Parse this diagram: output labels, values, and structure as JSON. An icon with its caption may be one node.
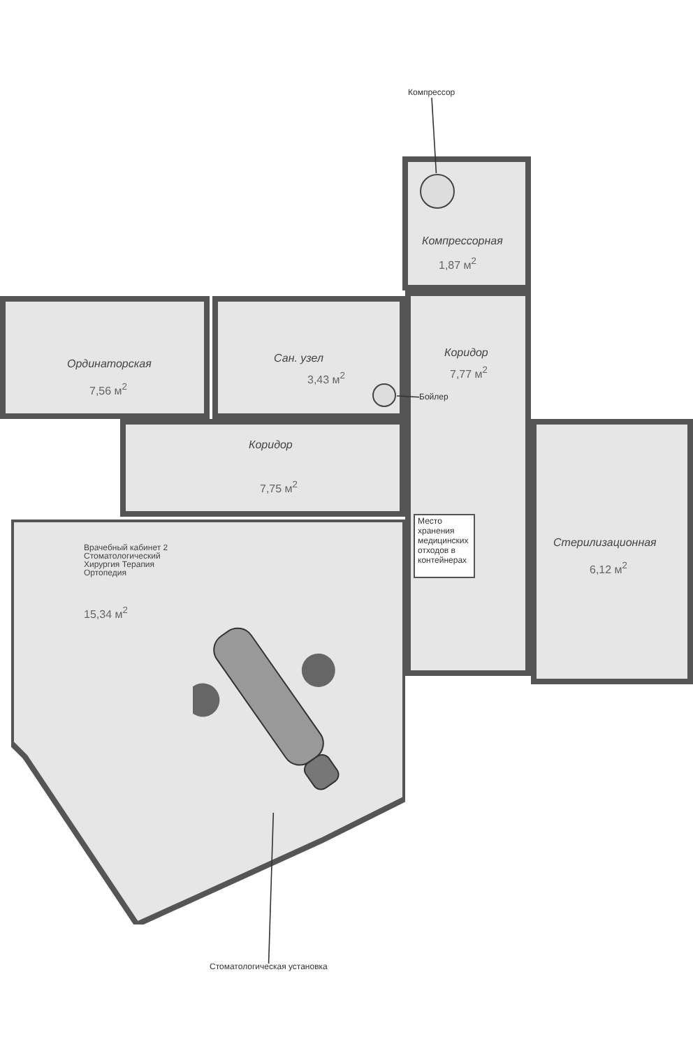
{
  "diagram": {
    "nodes": [
      {
        "text": [
          "Компрессорная",
          "1,87 м$^{2}$"
        ]
      },
      {
        "text": [
          "Сан. узел",
          "3,43 м$^{2}$"
        ]
      },
      {
        "text": [
          "Ординаторская",
          "7,56 м$^{2}$"
        ]
      },
      {
        "text": [
          "Коридор",
          "7,77 м$^{2}$"
        ]
      },
      {
        "text": [
          "Коридор",
          "7,75 м$^{2}$"
        ]
      },
      {
        "text": [
          "Стерилизационная",
          "6,12 м$^{2}$"
        ]
      },
      {
        "text": [
          "Врачебный кабинет 2 Стоматологический Хирургия Терапия Ортопедия",
          "15,34 м$^{2}$"
        ]
      },
      {
        "text": [
          "Компрессор"
        ]
      },
      {
        "text": [],
        "shape": "circle",
        "in": 0
      },
      {
        "text": [
          "Бойлер"
        ],
        "in": 3
      },
      {
        "text": [],
        "shape": "circle",
        "in": 1
      },
      {
        "text": [
          "Стоматологическая установка"
        ]
      },
      {
        "text": [],
        "shape": "picture",
        "in": 6
      },
      {
        "text": [
          "Место хранения медицинских отходов в контейнерах"
        ],
        "in": 3
      }
    ],
    "edges": [
      {
        "from": 7,
        "to": 8,
        "arrow": "none"
      },
      {
        "from": 9,
        "to": 10,
        "arrow": "none"
      },
      {
        "from": 11,
        "to": 12,
        "arrow": "none"
      }
    ]
  }
}
